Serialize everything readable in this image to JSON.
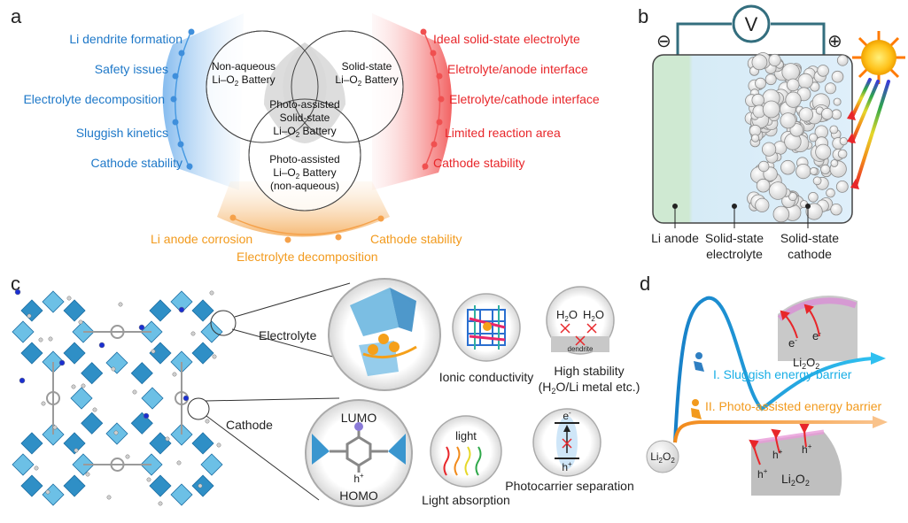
{
  "panels": {
    "a": "a",
    "b": "b",
    "c": "c",
    "d": "d"
  },
  "panel_a": {
    "left_items": [
      "Li dendrite formation",
      "Safety issues",
      "Electrolyte decomposition",
      "Sluggish kinetics",
      "Cathode stability"
    ],
    "right_items": [
      "Ideal solid-state electrolyte",
      "Eletrolyte/anode interface",
      "Eletrolyte/cathode interface",
      "Limited reaction area",
      "Cathode stability"
    ],
    "bottom_items": [
      "Li anode corrosion",
      "Electrolyte decomposition",
      "Cathode stability"
    ],
    "venn_left": [
      "Non-aqueous",
      "Li–O",
      "2",
      "Battery"
    ],
    "venn_right": [
      "Solid-state",
      "Li–O",
      "2",
      "Battery"
    ],
    "venn_center": [
      "Photo-assisted",
      "Solid-state",
      "Li–O",
      "2",
      " Battery"
    ],
    "venn_bottom": [
      "Photo-assisted",
      "Li–O",
      "2",
      " Battery",
      "(non-aqueous)"
    ],
    "colors": {
      "blue": "#1e78c8",
      "red": "#e8262a",
      "orange": "#f29a1d"
    }
  },
  "panel_b": {
    "voltmeter": "V",
    "minus": "⊖",
    "plus": "⊕",
    "labels": [
      "Li anode",
      "Solid-state",
      "electrolyte",
      "Solid-state",
      "cathode"
    ]
  },
  "panel_c": {
    "electrolyte": "Electrolyte",
    "cathode": "Cathode",
    "ionic": "Ionic conductivity",
    "stability": [
      "High stability",
      "(H",
      "2",
      "O/Li metal etc.)"
    ],
    "h2o": [
      "H",
      "2",
      "O"
    ],
    "dendrite": "dendrite",
    "lumo": "LUMO",
    "homo": "HOMO",
    "h_plus": "h",
    "light": "light",
    "light_absorption": "Light absorption",
    "photocarrier": "Photocarrier separation",
    "e_minus": "e",
    "sup_minus": "-",
    "sup_plus": "+"
  },
  "panel_d": {
    "sluggish": "I.  Sluggish energy barrier",
    "photo": "II.  Photo-assisted energy barrier",
    "li2o2": [
      "Li",
      "2",
      "O",
      "2"
    ],
    "e": "e",
    "h": "h",
    "minus": "-",
    "plus": "+",
    "colors": {
      "blue": "#18aee6",
      "orange": "#f5a14a"
    }
  }
}
